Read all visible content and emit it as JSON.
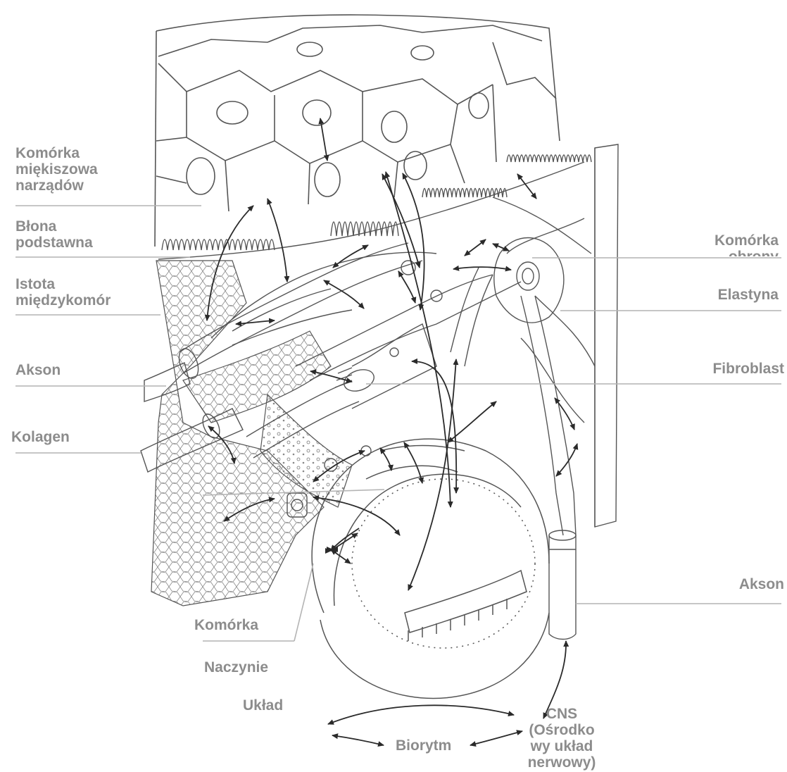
{
  "labels": {
    "parenchyma": "Komórka\nmiękiszowa\nnarządów",
    "basement_membrane": "Błona\npodstawna",
    "ground_substance": "Istota\nmiędzykomór",
    "axon_left": "Akson",
    "collagen": "Kolagen",
    "defense_cell": "Komórka\nobrony",
    "elastin": "Elastyna",
    "fibroblast": "Fibroblast",
    "axon_right": "Akson",
    "cell": "Komórka",
    "vessel": "Naczynie",
    "system": "Układ",
    "cns": "CNS\n(Ośrodko\nwy układ\nnerwowy)",
    "biorhythm": "Biorytm"
  },
  "colors": {
    "label_text": "#8c8c8c",
    "leader_line": "#b4b4b4",
    "drawing_stroke": "#555555",
    "arrow": "#2a2a2a"
  }
}
